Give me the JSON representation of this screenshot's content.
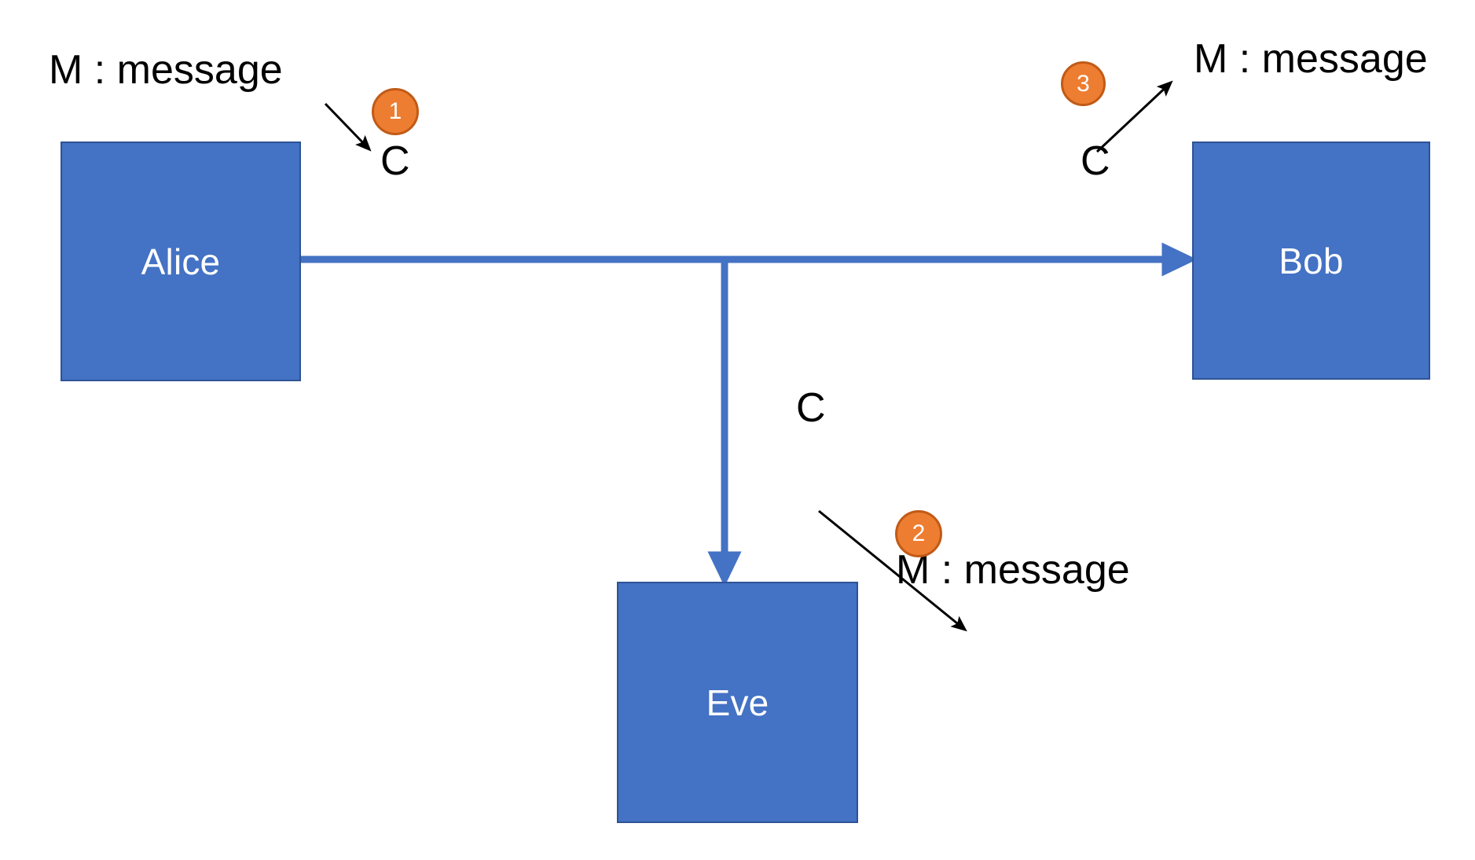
{
  "diagram": {
    "title": "Alice Bob Eve encrypted message interception",
    "colors": {
      "node_fill": "#4472C4",
      "node_border": "#2E5395",
      "node_label": "#FFFFFF",
      "connector": "#4472C4",
      "badge_fill": "#ED7D31",
      "badge_border": "#C15A16",
      "badge_label": "#FFFFFF",
      "annotation": "#000000",
      "background": "#FFFFFF"
    },
    "nodes": [
      {
        "id": "alice",
        "label": "Alice"
      },
      {
        "id": "bob",
        "label": "Bob"
      },
      {
        "id": "eve",
        "label": "Eve"
      }
    ],
    "badges": [
      {
        "id": "badge-1",
        "label": "1"
      },
      {
        "id": "badge-2",
        "label": "2"
      },
      {
        "id": "badge-3",
        "label": "3"
      }
    ],
    "annotations": [
      {
        "id": "msg-top-left",
        "text": "M : message"
      },
      {
        "id": "cipher-left",
        "text": "C"
      },
      {
        "id": "msg-top-right",
        "text": "M : message"
      },
      {
        "id": "cipher-right",
        "text": "C"
      },
      {
        "id": "cipher-bottom",
        "text": "C"
      },
      {
        "id": "msg-bottom",
        "text": "M : message"
      }
    ],
    "connectors": [
      {
        "id": "alice-to-bob",
        "from": "alice",
        "to": "bob",
        "style": "solid-blue-arrow"
      },
      {
        "id": "tap-to-eve",
        "from": "alice-to-bob",
        "to": "eve",
        "style": "solid-blue-arrow"
      },
      {
        "id": "encrypt-arrow-left",
        "from": "msg-top-left",
        "to": "cipher-left",
        "style": "thin-black-arrow"
      },
      {
        "id": "decrypt-arrow-right",
        "from": "cipher-right",
        "to": "msg-top-right",
        "style": "thin-black-arrow"
      },
      {
        "id": "decrypt-arrow-eve",
        "from": "cipher-bottom",
        "to": "msg-bottom",
        "style": "thin-black-arrow"
      }
    ]
  }
}
